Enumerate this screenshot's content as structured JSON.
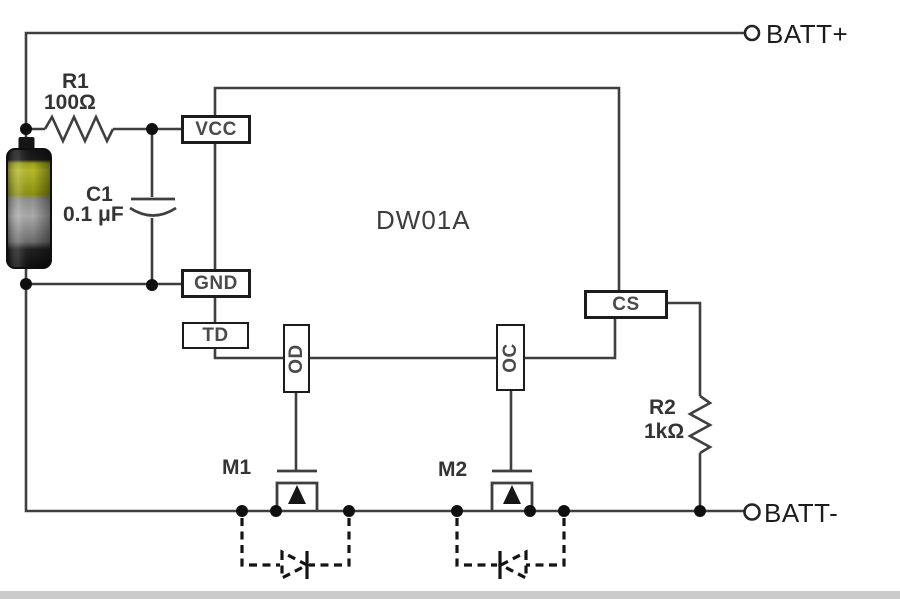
{
  "schematic": {
    "ic": {
      "name": "DW01A",
      "pins": {
        "vcc": "VCC",
        "gnd": "GND",
        "td": "TD",
        "od": "OD",
        "oc": "OC",
        "cs": "CS"
      }
    },
    "terminals": {
      "positive": "BATT+",
      "negative": "BATT-"
    },
    "components": {
      "r1": {
        "ref": "R1",
        "value": "100Ω"
      },
      "c1": {
        "ref": "C1",
        "value": "0.1 μF"
      },
      "r2": {
        "ref": "R2",
        "value": "1kΩ"
      },
      "m1": {
        "ref": "M1"
      },
      "m2": {
        "ref": "M2"
      }
    },
    "colors": {
      "wire": "#3f3f3f",
      "dashed_diode": "#141414",
      "label": "#343434",
      "pin_label": "#4a4a4a",
      "battery_olive": "#a2a51a",
      "battery_gray": "#969696",
      "background": "#ffffff",
      "bottom_strip": "#cbcbcb"
    }
  }
}
